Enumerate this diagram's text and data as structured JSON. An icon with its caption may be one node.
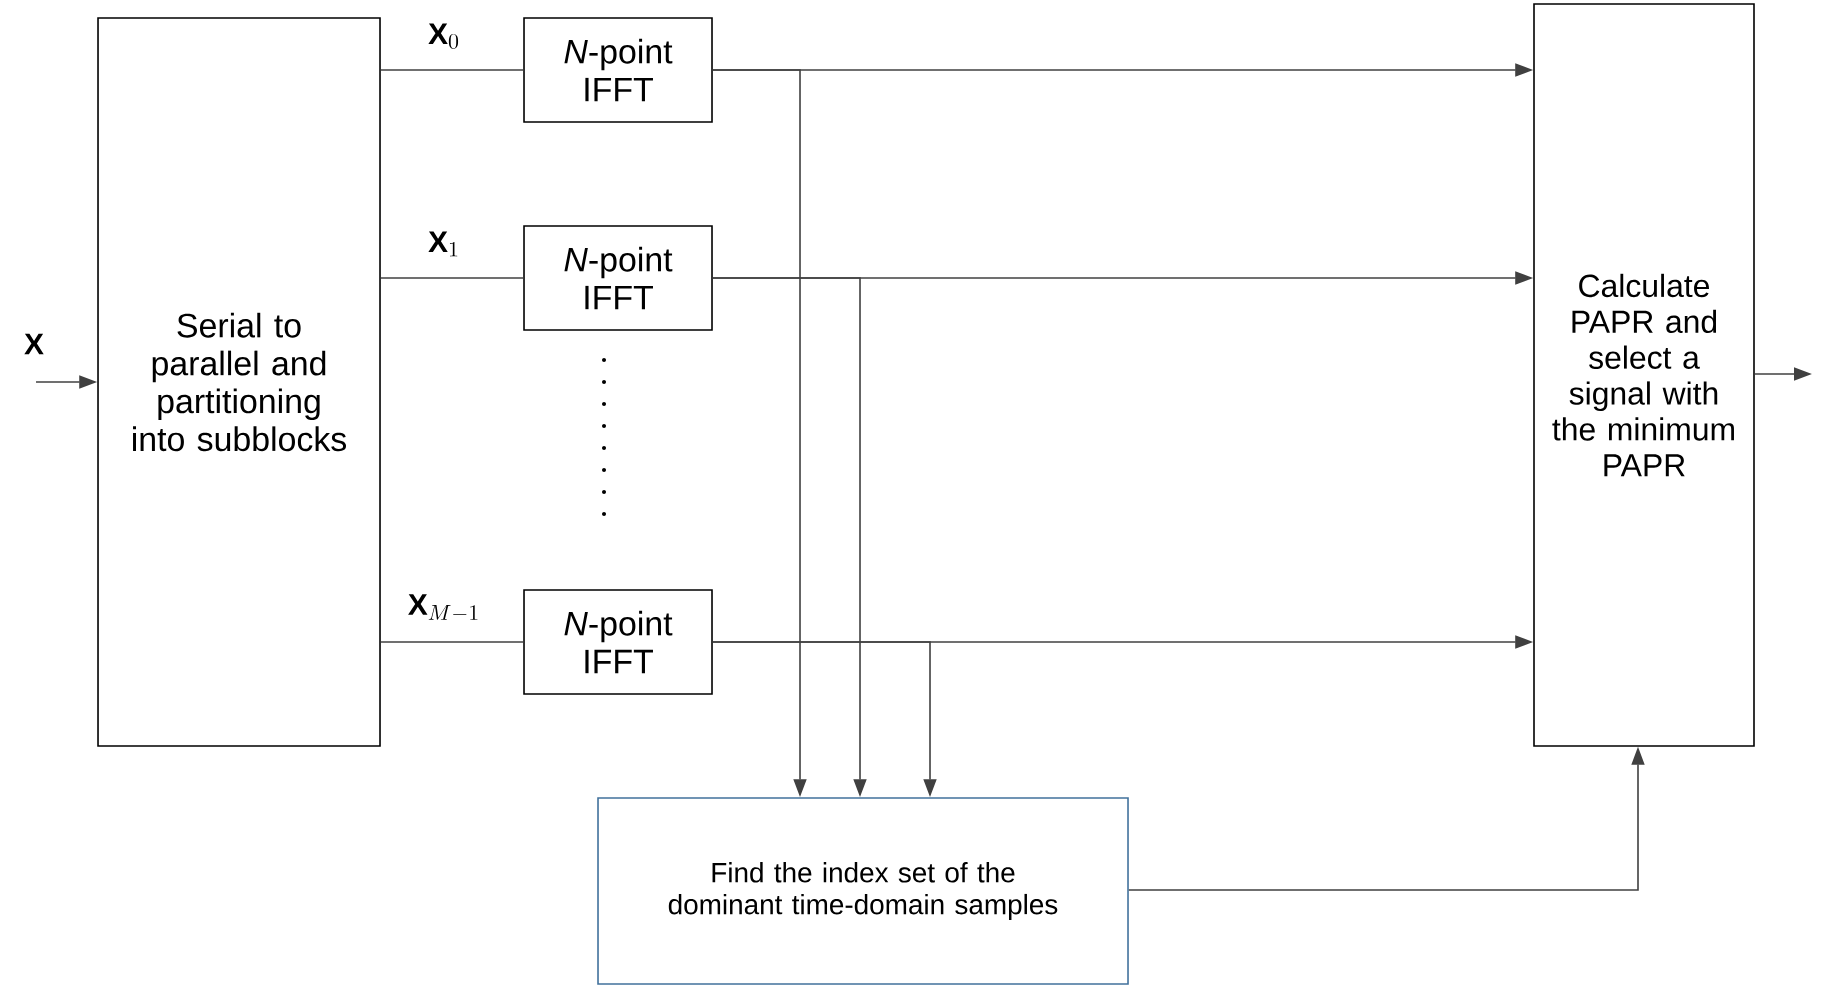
{
  "diagram": {
    "nodes": [
      {
        "text": [
          "Serial to parallel and partitioning into subblocks"
        ]
      },
      {
        "text": [
          "*N*-point IFFT"
        ]
      },
      {
        "text": [
          "*N*-point IFFT"
        ]
      },
      {
        "text": [
          "*N*-point IFFT"
        ]
      },
      {
        "text": [
          "Calculate PAPR and select a signal with the minimum PAPR"
        ]
      },
      {
        "text": [
          "Find the index set of the dominant time-domain samples"
        ]
      }
    ],
    "edges": [
      {
        "from": null,
        "to": 0,
        "arrow": "to",
        "label": "\\mathbf{X}"
      },
      {
        "from": 0,
        "to": 1,
        "arrow": "none",
        "label": "\\mathbf{X}_{0}"
      },
      {
        "from": 0,
        "to": 2,
        "arrow": "none",
        "label": "\\mathbf{X}_{1}"
      },
      {
        "from": 0,
        "to": 3,
        "arrow": "none",
        "label": "\\mathbf{X}_{M-1}"
      },
      {
        "from": 1,
        "to": 4,
        "arrow": "to"
      },
      {
        "from": 2,
        "to": 4,
        "arrow": "to"
      },
      {
        "from": 3,
        "to": 4,
        "arrow": "to"
      },
      {
        "from": 1,
        "to": 5,
        "arrow": "to"
      },
      {
        "from": 2,
        "to": 5,
        "arrow": "to"
      },
      {
        "from": 3,
        "to": 5,
        "arrow": "to"
      },
      {
        "from": 5,
        "to": 4,
        "arrow": "to"
      },
      {
        "from": 4,
        "to": null,
        "arrow": "to"
      }
    ]
  }
}
